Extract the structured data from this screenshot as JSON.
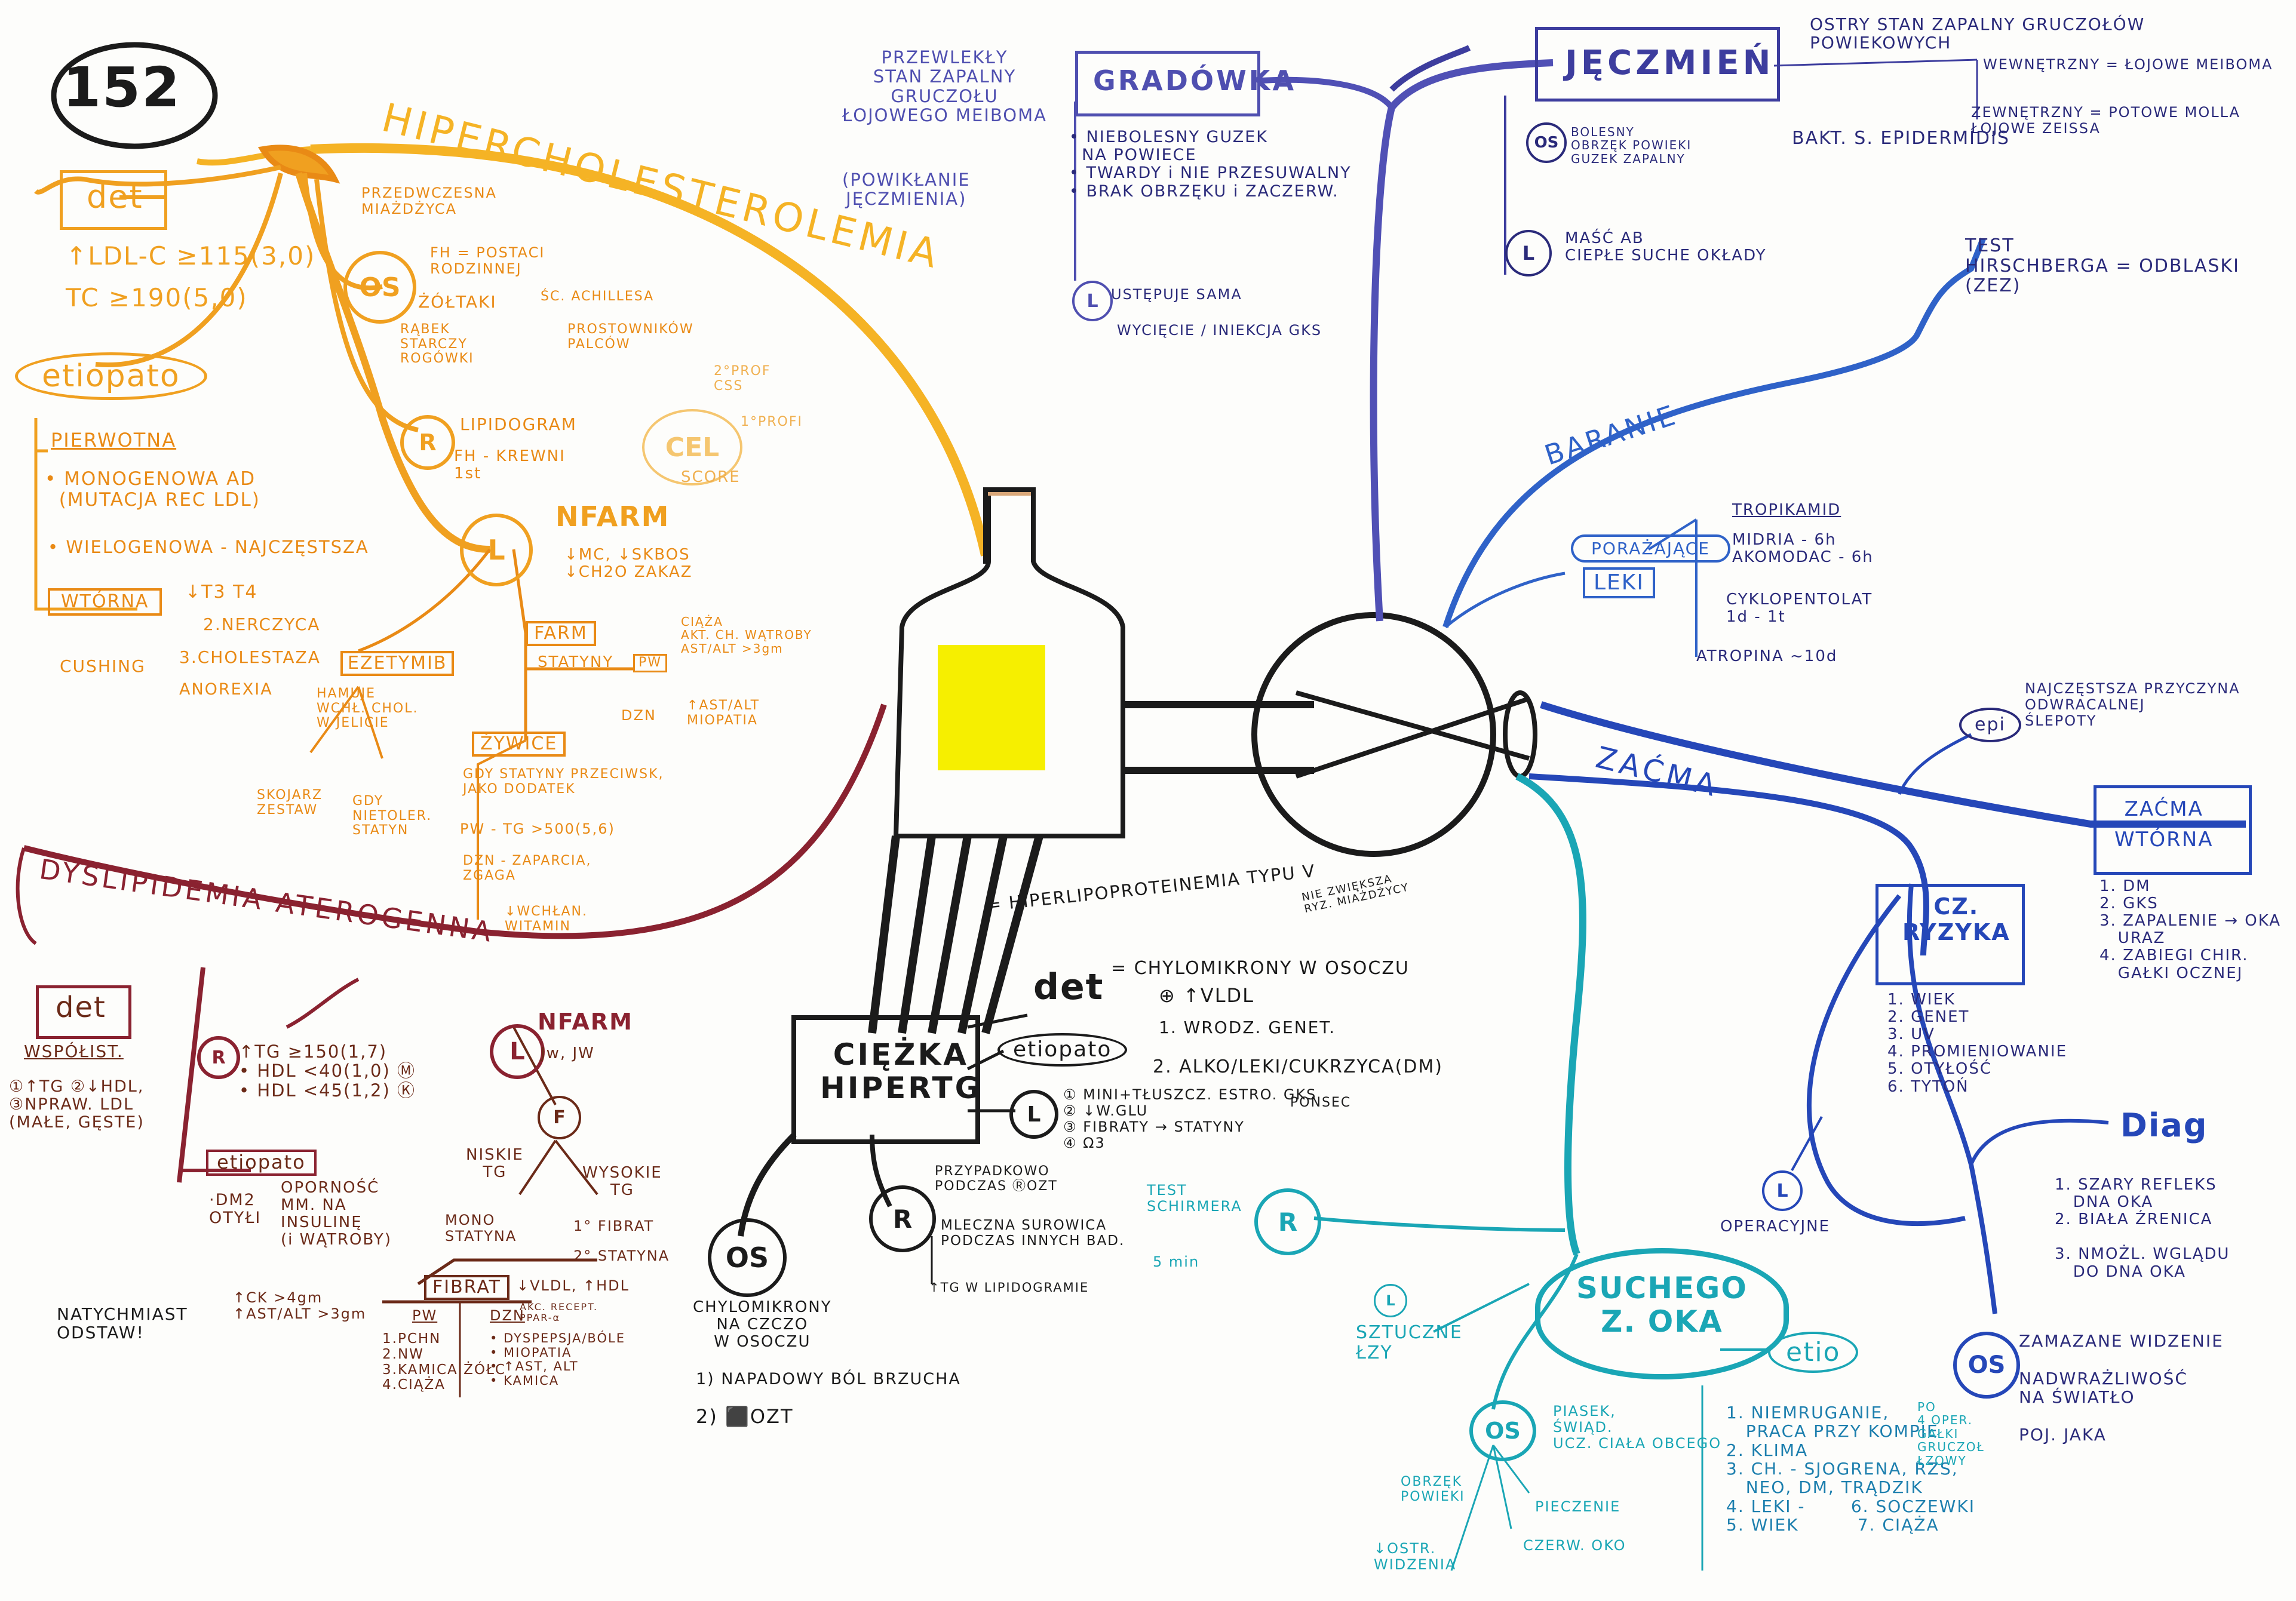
{
  "colors": {
    "hiperchol": "#f5b325",
    "dyslipid": "#8a2230",
    "hipertg": "#1b1b1b",
    "gradowka": "#4f4fb0",
    "jeczmien": "#3d3d9e",
    "baranie": "#2f62c8",
    "zacma": "#2547b8",
    "suche_oko": "#1aa6b5",
    "bottle_fill": "#f6ef00"
  },
  "page_number": "152",
  "hiperchol": {
    "title": "HIPERCHOLESTEROLEMIA",
    "det_label": "det",
    "det_values": [
      "↑LDL-C ≥115(3,0)",
      "TC ≥190(5,0)"
    ],
    "etiopato_label": "etiopato",
    "pierwotna": "PIERWOTNA",
    "monogenowa": "• MONOGENOWA AD\n  (MUTACJA REC LDL)",
    "wielogenowa": "• WIELOGENOWA - NAJCZĘSTSZA",
    "wtorna": "WTÓRNA",
    "t3t4": "↓T3 T4",
    "nercyca": "2.NERCZYCA",
    "cholestaza": "3.CHOLESTAZA",
    "anorexia": "ANOREXIA",
    "cushing": "CUSHING",
    "os_label": "OS",
    "os_przedwczesna": "PRZEDWCZESNA\nMIAŻDŻYCA",
    "os_fh": "FH = POSTACI\nRODZINNEJ",
    "os_zoltaki": "ŻÓŁTAKI",
    "os_sc_achillesa": "ŚC. ACHILLESA",
    "os_prostowniki": "PROSTOWNIKÓW\nPALCÓW",
    "os_rabek": "RĄBEK\nSTARCZY\nROGÓWKI",
    "r_label": "R",
    "r_lipidogram": "LIPIDOGRAM",
    "r_fh": "FH - KREWNI\n1st",
    "cel_label": "CEL",
    "cel_2prof": "2°PROF\nCSS",
    "cel_1prof": "1°PROFI",
    "cel_score": "SCORE",
    "l_label": "L",
    "nfarm": "NFARM",
    "nfarm_items": "↓MC, ↓SKBOS\n↓CH2O ZAKAZ",
    "farm": "FARM",
    "statyny": "STATYNY",
    "pw": "PW",
    "pw_items": "CIĄŻA\nAKT. CH. WĄTROBY\nAST/ALT >3gm",
    "dzn": "DZN",
    "dzn_items": "↑AST/ALT\nMIOPATIA",
    "ezetymib": "EZETYMIB",
    "ezetymib_desc": "HAMUJE\nWCHŁ. CHOL.\nW JELICIE",
    "skojarz": "SKOJARZ\nZESTAW",
    "gdy_nietoler": "GDY\nNIETOLER.\nSTATYN",
    "zywice": "ŻYWICE",
    "zywice_desc": "GDY STATYNY PRZECIWSK,\nJAKO DODATEK",
    "zywice_pw": "PW - TG >500(5,6)",
    "zywice_dzn": "DZN - ZAPARCIA,\nZGAGA",
    "zywice_wchlan": "↓WCHŁAN.\nWITAMIN"
  },
  "dyslipid": {
    "title": "DYSLIPIDEMIA ATEROGENNA",
    "det_label": "det",
    "wspolist": "WSPÓŁIST.",
    "wspolist_items": "①↑TG ②↓HDL,\n③NPRAW. LDL\n(MAŁE, GĘSTE)",
    "r_label": "R",
    "r_items": "↑TG ≥150(1,7)\n• HDL <40(1,0) Ⓜ\n• HDL <45(1,2) Ⓚ",
    "etiopato_label": "etiopato",
    "etio_items": "·DM2\nOTYŁI",
    "etio_opornosc": "OPORNOŚĆ\nMM. NA\nINSULINĘ\n(i WĄTROBY)",
    "l_label": "L",
    "nfarm": "NFARM",
    "nfarm_sub": "Jw, JW",
    "f_label": "F",
    "niskie_tg": "NISKIE\nTG",
    "wysokie_tg": "WYSOKIE\nTG",
    "mono": "MONO\nSTATYNA",
    "fibrat_1": "1° FIBRAT",
    "statyna_2": "2° STATYNA",
    "fibrat": "FIBRAT",
    "fibrat_effect": "↓VLDL, ↑HDL",
    "fibrat_ppar": "AKC. RECEPT.\nPPAR-α",
    "fibrat_pw": "PW",
    "fibrat_dzn": "DZN",
    "pw_items": "1.PCHN\n2.NW\n3.KAMICA ŻÓŁC\n4.CIĄŻA",
    "dzn_items": "• DYSPEPSJA/BÓLE\n• MIOPATIA\n• ↑AST, ALT\n• KAMICA",
    "ck_items": "↑CK >4gm\n↑AST/ALT >3gm",
    "odstaw": "NATYCHMIAST\nODSTAW!"
  },
  "hipertg": {
    "title": "CIĘŻKA\nHIPERTG",
    "typ": "= HIPERLIPOPROTEINEMIA TYPU V",
    "det_label": "det",
    "det_def": "= CHYLOMIKRONY W OSOCZU",
    "det_vldl": "⊕ ↑VLDL",
    "nie_zwieksza": "NIE ZWIĘKSZA\nRYZ. MIAŻDŻYCY",
    "etiopato_label": "etiopato",
    "etio_1": "1. WRODZ. GENET.",
    "etio_2": "2. ALKO/LEKI/CUKRZYCA(DM)",
    "l_label": "L",
    "l_items": "① MINI+TŁUSZCZ. ESTRO. GKS\n② ↓W.GLU\n③ FIBRATY → STATYNY\n④ Ω3",
    "l_ponsec": "PONSEC",
    "r_label": "R",
    "r_przypadkowo": "PRZYPADKOWO\nPODCZAS ⓇOZT",
    "r_mleczna": "MLECZNA SUROWICA\nPODCZAS INNYCH BAD.",
    "r_tg": "↑TG W LIPIDOGRAMIE",
    "os_label": "OS",
    "os_chylo": "CHYLOMIKRONY\nNA CZCZO\nW OSOCZU",
    "os_1": "1) NAPADOWY BÓL BRZUCHA",
    "os_2": "2) ⬛OZT"
  },
  "gradowka": {
    "title": "GRADÓWKA",
    "desc": "PRZEWLEKŁY\nSTAN ZAPALNY\nGRUCZOŁU\nŁOJOWEGO MEIBOMA",
    "desc2": "(POWIKŁANIE\nJĘCZMIENIA)",
    "items": "• NIEBOLESNY GUZEK\n  NA POWIECE\n• TWARDY i NIE PRZESUWALNY\n• BRAK OBRZĘKU i ZACZERW.",
    "l_label": "L",
    "l_text": "USTĘPUJE SAMA",
    "l_wyciecie": "WYCIĘCIE / INIEKCJA GKS"
  },
  "jeczmien": {
    "title": "JĘCZMIEŃ",
    "desc": "OSTRY STAN ZAPALNY GRUCZOŁÓW\nPOWIEKOWYCH",
    "wewnetrzny": "WEWNĘTRZNY = ŁOJOWE MEIBOMA",
    "zewnetrzny": "ZEWNĘTRZNY = POTOWE MOLLA\nŁOJOWE ZEISSA",
    "bakt": "BAKT. S. EPIDERMIDIS",
    "os_label": "OS",
    "os_items": "BOLESNY\nOBRZĘK POWIEKI\nGUZEK ZAPALNY",
    "l_label": "L",
    "l_items": "MAŚĆ AB\nCIEPŁE SUCHE OKŁADY"
  },
  "baranie": {
    "title": "BARANIE",
    "test": "TEST\nHIRSCHBERGA = ODBLASKI\n(ZEZ)",
    "porazajace": "PORAŻAJĄCE",
    "leki": "LEKI",
    "tropikamid": "TROPIKAMID",
    "midria": "MIDRIA - 6h\nAKOMODAC - 6h",
    "cyklopentolat": "CYKLOPENTOLAT\n1d - 1t",
    "atropina": "ATROPINA ~10d"
  },
  "zacma": {
    "title": "ZAĆMA",
    "epi": "epi",
    "epi_text": "NAJCZĘSTSZA PRZYCZYNA\nODWRACALNEJ\nŚLEPOTY",
    "wtorna_title": "ZAĆMA\nWTÓRNA",
    "wtorna_items": "1. DM\n2. GKS\n3. ZAPALENIE → OKA\n   URAZ\n4. ZABIEGI CHIR.\n   GAŁKI OCZNEJ",
    "cz_ryzyka": "CZ.\nRYZYKA",
    "cz_items": "1. WIEK\n2. GENET\n3. UV\n4. PROMIENIOWANIE\n5. OTYŁOŚĆ\n6. TYTOŃ",
    "l_label": "L",
    "l_text": "OPERACYJNE",
    "diag": "Diag",
    "diag_items": "1. SZARY REFLEKS\n   DNA OKA\n2. BIAŁA ŹRENICA\n\n3. NMOŻL. WGLĄDU\n   DO DNA OKA",
    "os_label": "OS",
    "os_items": "ZAMAZANE WIDZENIE\n\nNADWRAŻLIWOŚĆ\nNA ŚWIATŁO\n\nPOJ. JAKA"
  },
  "suche_oko": {
    "title": "SUCHEGO\nZ. OKA",
    "r_label": "R",
    "test": "TEST\nSCHIRMERA",
    "test_time": "5 min",
    "l_label": "L",
    "l_text": "SZTUCZNE\nŁZY",
    "etio_label": "etio",
    "etio_items": "1. NIEMRUGANIE,\n   PRACA PRZY KOMPIE\n2. KLIMA\n3. CH. - SJOGRENA, RZS,\n   NEO, DM, TRĄDZIK\n4. LEKI -       6. SOCZEWKI\n5. WIEK         7. CIĄŻA",
    "etio_po": "PO\n4 OPER.\nGAŁKI\nGRUCZOŁ\nŁZOWY",
    "os_label": "OS",
    "os_items": "PIASEK,\nŚWIĄD.\nUCZ. CIAŁA OBCEGO",
    "os_obrzek": "OBRZĘK\nPOWIEKI",
    "os_pieczenie": "PIECZENIE",
    "os_czerw": "CZERW. OKO",
    "os_ostr": "↓OSTR.\nWIDZENIA"
  }
}
